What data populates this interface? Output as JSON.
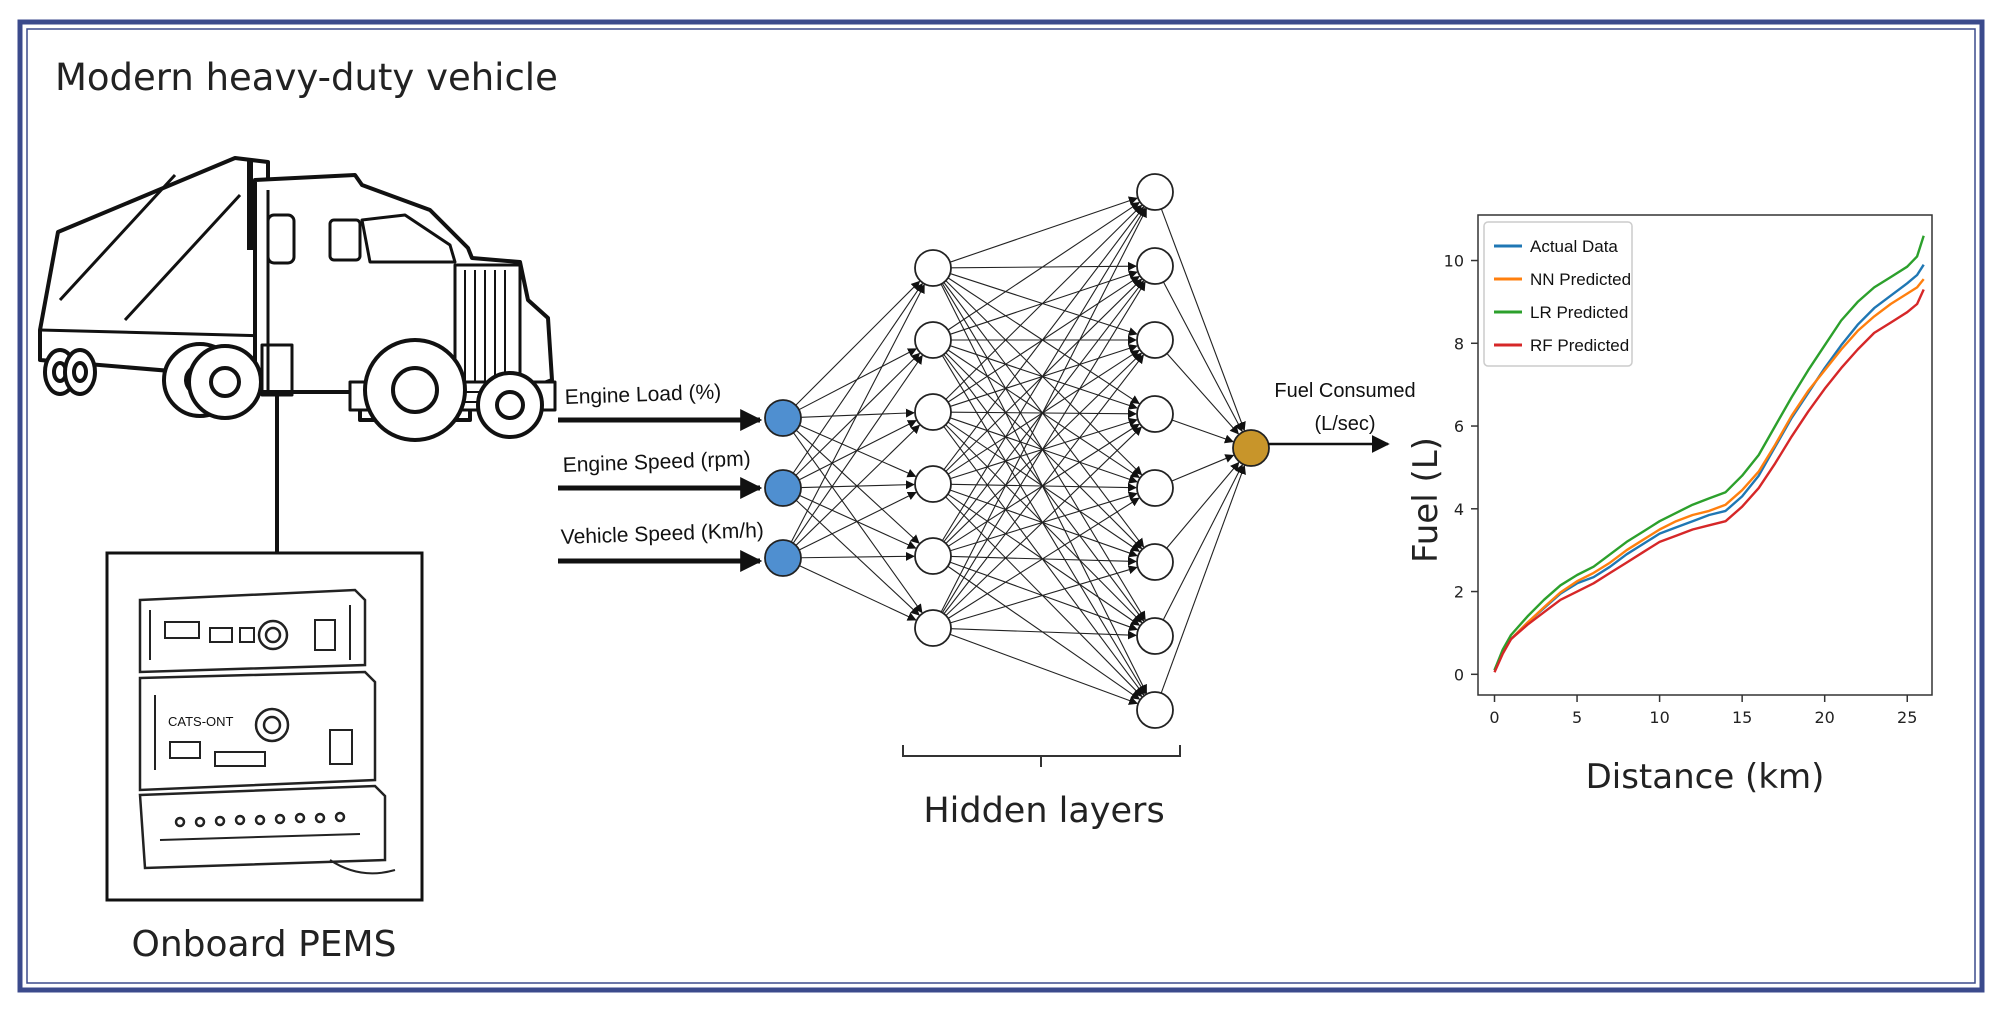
{
  "title": "Modern heavy-duty vehicle",
  "pems_label": "Onboard PEMS",
  "inputs": [
    "Engine Load (%)",
    "Engine Speed (rpm)",
    "Vehicle Speed (Km/h)"
  ],
  "hidden_label": "Hidden layers",
  "output_label_line1": "Fuel Consumed",
  "output_label_line2": "(L/sec)",
  "network": {
    "input_nodes": 3,
    "hidden1_nodes": 6,
    "hidden2_nodes": 8,
    "output_nodes": 1
  },
  "colors": {
    "border": "#3b4a8c",
    "input_node": "#4f8fd0",
    "output_node": "#c8952a",
    "actual": "#1f77b4",
    "nn": "#ff7f0e",
    "lr": "#2ca02c",
    "rf": "#d62728"
  },
  "device_text": "CATS-ONT",
  "chart_data": {
    "type": "line",
    "xlabel": "Distance (km)",
    "ylabel": "Fuel (L)",
    "xlim": [
      -1,
      26.5
    ],
    "ylim": [
      -0.5,
      11.1
    ],
    "xticks": [
      0,
      5,
      10,
      15,
      20,
      25
    ],
    "yticks": [
      0,
      2,
      4,
      6,
      8,
      10
    ],
    "legend_position": "top-left",
    "x": [
      0,
      0.5,
      1,
      2,
      3,
      4,
      5,
      6,
      7,
      8,
      9,
      10,
      11,
      12,
      13,
      14,
      15,
      16,
      17,
      18,
      19,
      20,
      21,
      22,
      23,
      24,
      25,
      25.6,
      26
    ],
    "series": [
      {
        "name": "Actual Data",
        "color_key": "actual",
        "values": [
          0.1,
          0.55,
          0.85,
          1.25,
          1.6,
          1.95,
          2.2,
          2.35,
          2.6,
          2.9,
          3.15,
          3.4,
          3.55,
          3.7,
          3.85,
          3.95,
          4.3,
          4.8,
          5.5,
          6.2,
          6.8,
          7.4,
          7.95,
          8.45,
          8.85,
          9.15,
          9.45,
          9.65,
          9.9
        ]
      },
      {
        "name": "NN Predicted",
        "color_key": "nn",
        "values": [
          0.1,
          0.55,
          0.85,
          1.25,
          1.62,
          1.98,
          2.25,
          2.45,
          2.7,
          3.0,
          3.25,
          3.5,
          3.7,
          3.85,
          3.95,
          4.1,
          4.45,
          4.9,
          5.55,
          6.25,
          6.85,
          7.35,
          7.85,
          8.3,
          8.65,
          8.95,
          9.2,
          9.35,
          9.55
        ]
      },
      {
        "name": "LR Predicted",
        "color_key": "lr",
        "values": [
          0.1,
          0.6,
          0.95,
          1.4,
          1.8,
          2.15,
          2.4,
          2.6,
          2.9,
          3.2,
          3.45,
          3.7,
          3.9,
          4.1,
          4.25,
          4.4,
          4.8,
          5.3,
          6.0,
          6.7,
          7.35,
          7.95,
          8.55,
          9.0,
          9.35,
          9.6,
          9.85,
          10.1,
          10.6
        ]
      },
      {
        "name": "RF Predicted",
        "color_key": "rf",
        "values": [
          0.05,
          0.5,
          0.85,
          1.2,
          1.5,
          1.8,
          2.0,
          2.2,
          2.45,
          2.7,
          2.95,
          3.2,
          3.35,
          3.5,
          3.6,
          3.7,
          4.05,
          4.5,
          5.1,
          5.75,
          6.35,
          6.9,
          7.4,
          7.85,
          8.25,
          8.5,
          8.75,
          8.95,
          9.3
        ]
      }
    ]
  }
}
